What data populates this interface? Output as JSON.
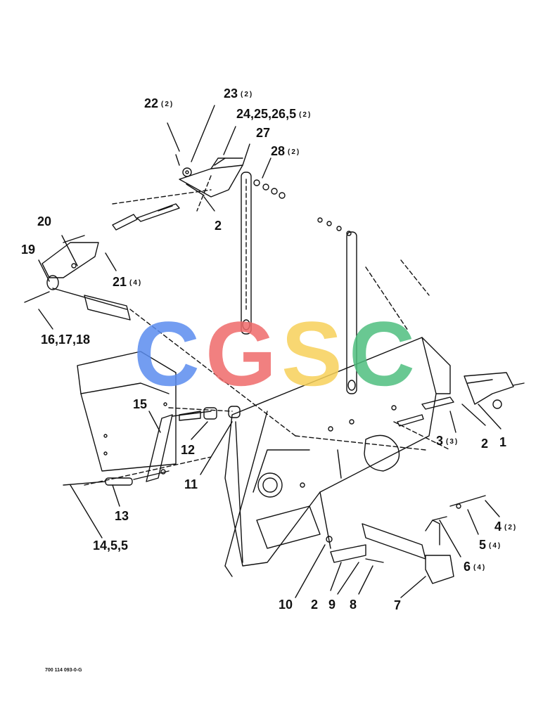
{
  "callouts": [
    {
      "label": "23",
      "qty": "(2)"
    },
    {
      "label": "22",
      "qty": "(2)"
    },
    {
      "label": "24,25,26,5",
      "qty": "(2)"
    },
    {
      "label": "27",
      "qty": ""
    },
    {
      "label": "28",
      "qty": "(2)"
    },
    {
      "label": "2",
      "qty": ""
    },
    {
      "label": "20",
      "qty": ""
    },
    {
      "label": "19",
      "qty": ""
    },
    {
      "label": "21",
      "qty": "(4)"
    },
    {
      "label": "16,17,18",
      "qty": ""
    },
    {
      "label": "15",
      "qty": ""
    },
    {
      "label": "12",
      "qty": ""
    },
    {
      "label": "11",
      "qty": ""
    },
    {
      "label": "13",
      "qty": ""
    },
    {
      "label": "14,5,5",
      "qty": ""
    },
    {
      "label": "3",
      "qty": "(3)"
    },
    {
      "label": "2",
      "qty": ""
    },
    {
      "label": "1",
      "qty": ""
    },
    {
      "label": "4",
      "qty": "(2)"
    },
    {
      "label": "5",
      "qty": "(4)"
    },
    {
      "label": "6",
      "qty": "(4)"
    },
    {
      "label": "10",
      "qty": ""
    },
    {
      "label": "2",
      "qty": ""
    },
    {
      "label": "9",
      "qty": ""
    },
    {
      "label": "8",
      "qty": ""
    },
    {
      "label": "7",
      "qty": ""
    }
  ],
  "drawing_code": "700 114 093-0-G",
  "watermark": {
    "letters": [
      "C",
      "G",
      "S",
      "C"
    ],
    "colors": [
      "#5b8def",
      "#ef6b6b",
      "#f7d15a",
      "#4fbf7f"
    ]
  }
}
